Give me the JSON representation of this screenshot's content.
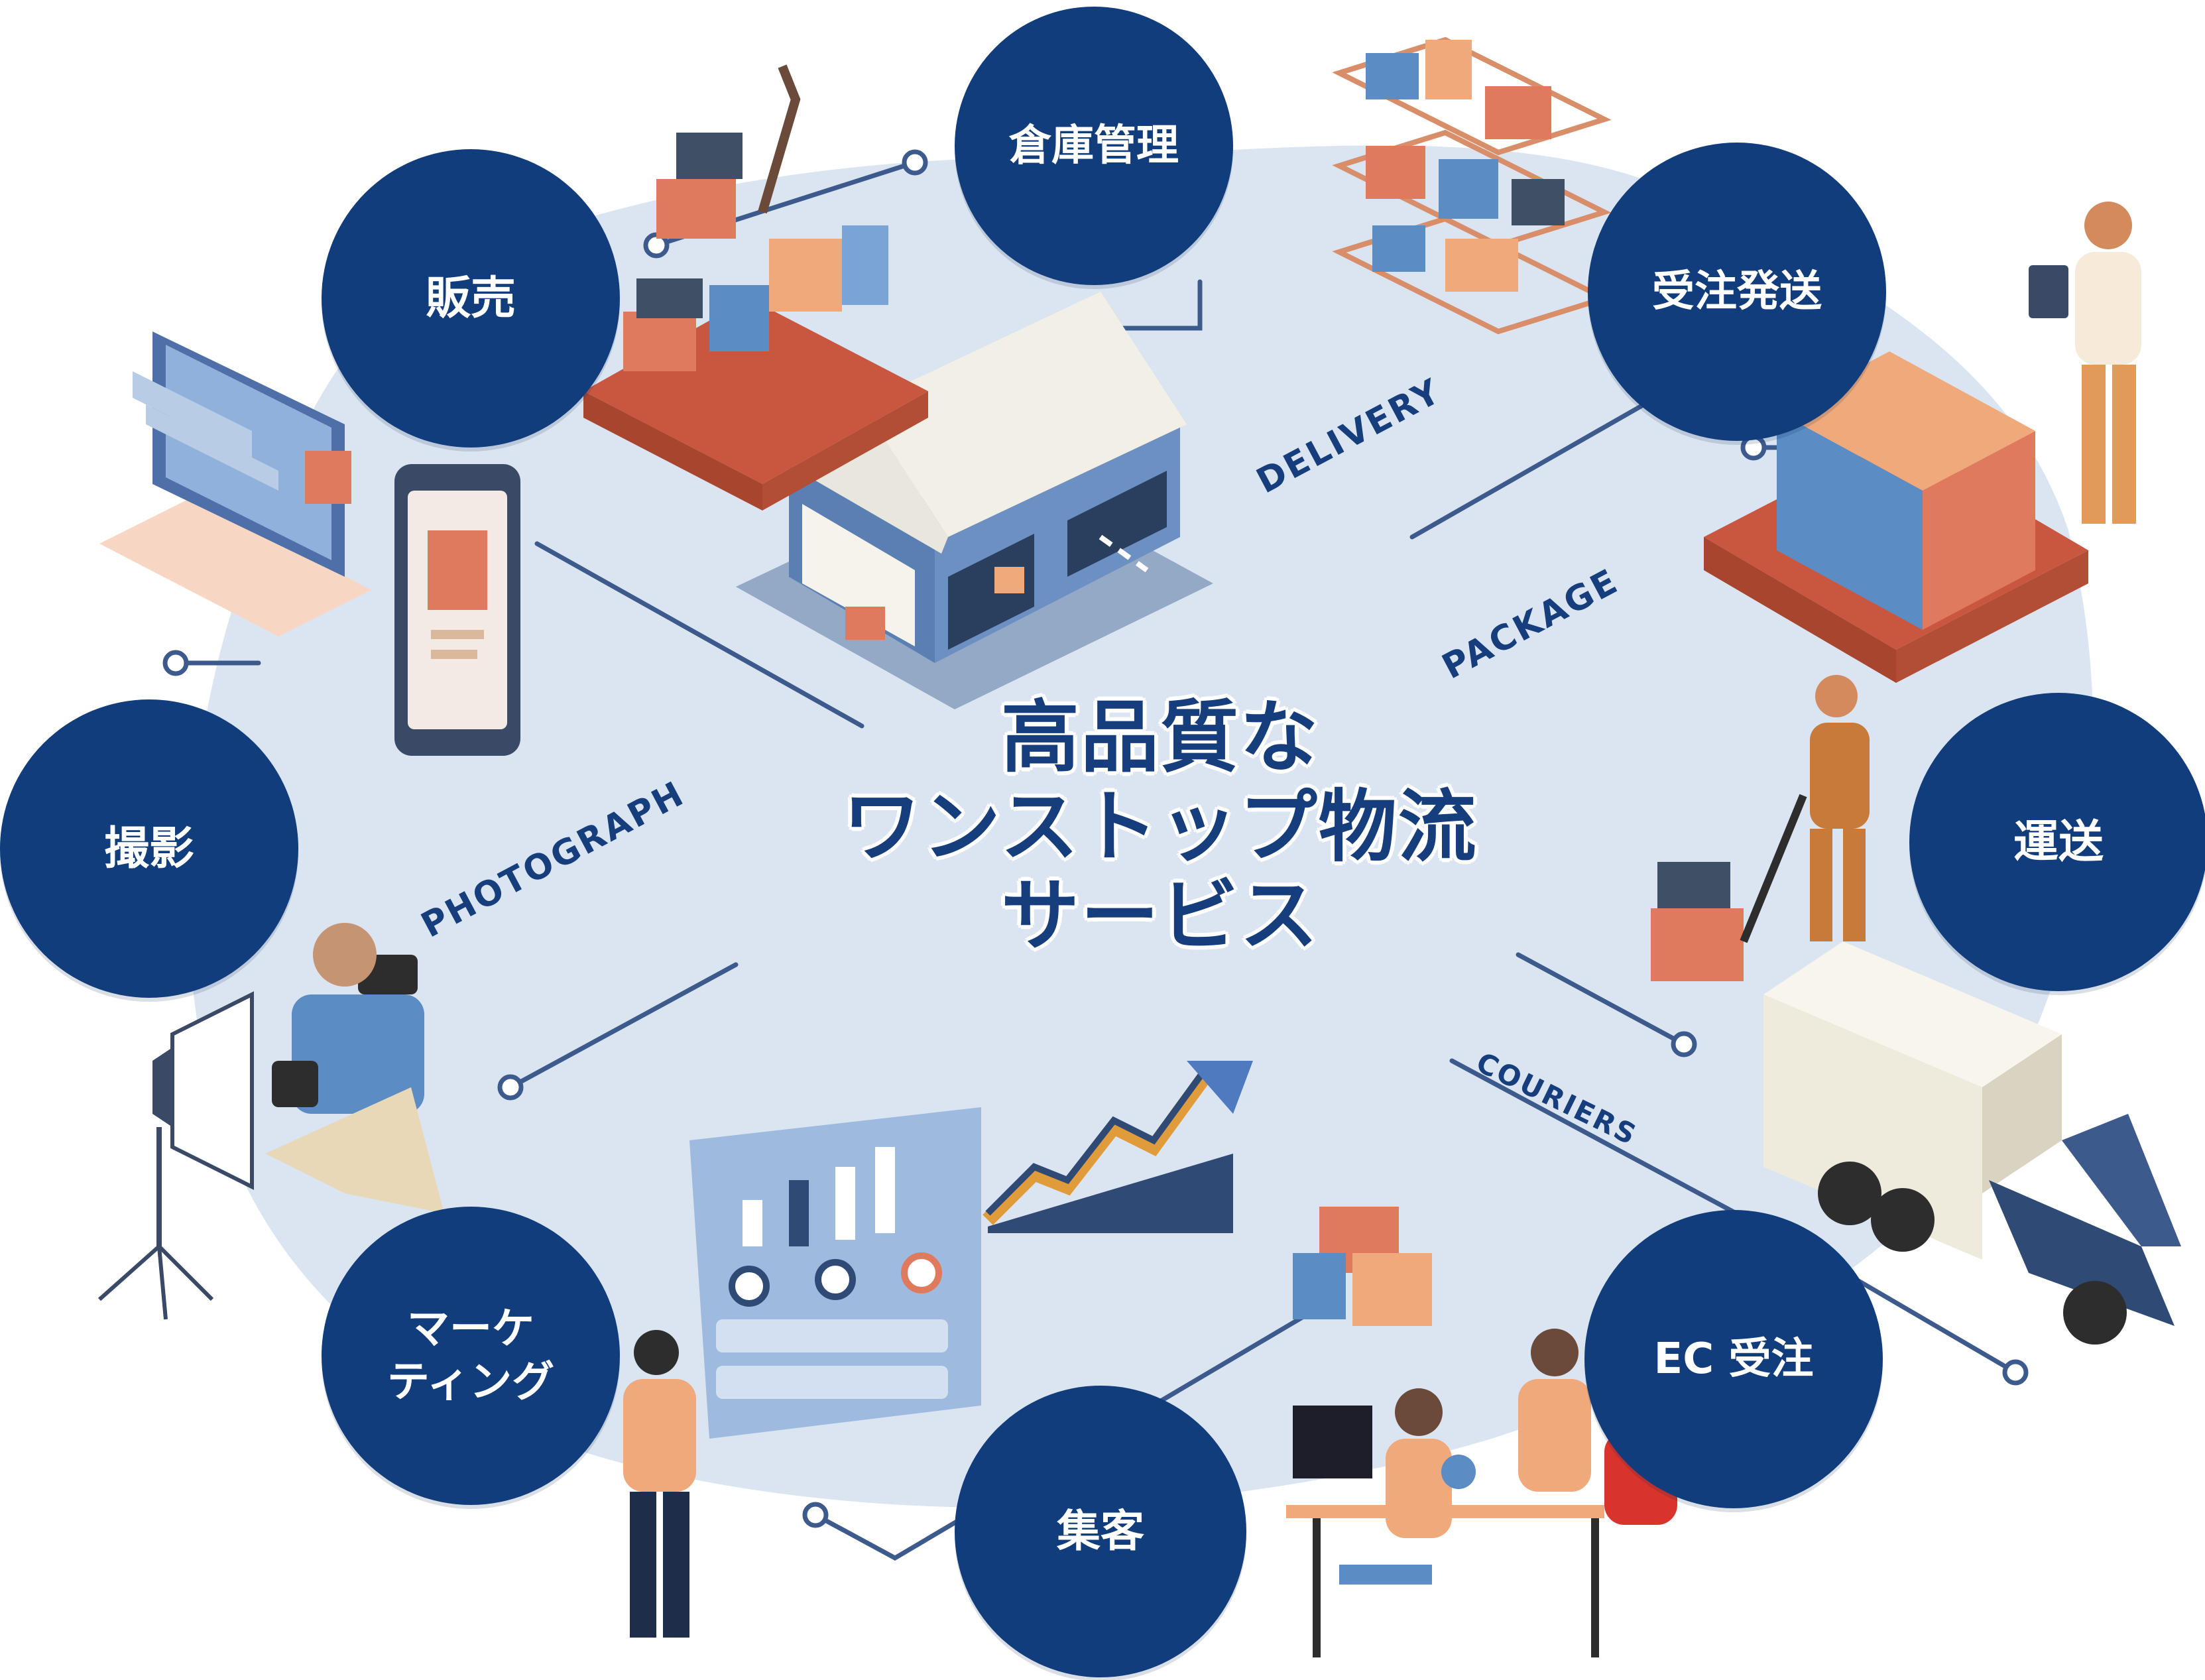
{
  "center_title": {
    "line1": "高品質な",
    "line2": "ワンストップ物流",
    "line3": "サービス"
  },
  "nodes": {
    "warehouse": "倉庫管理",
    "sales": "販売",
    "order_shipping": "受注発送",
    "photography": "撮影",
    "transport": "運送",
    "marketing": "マーケ\nティング",
    "ec_orders": "EC 受注",
    "customer_acquisition": "集客"
  },
  "path_labels": {
    "delivery": "DELIVERY",
    "package": "PACKAGE",
    "photograph": "PHOTOGRAPH",
    "couriers": "COURIERS"
  },
  "colors": {
    "node_fill": "#123d7c",
    "node_text": "#ffffff",
    "background_blob": "#dbe5f1",
    "line": "#3d5a8c",
    "title": "#173e7c",
    "box_orange": "#e07a5f",
    "box_tan": "#f0a97a",
    "box_blue": "#5b8cc4",
    "box_dark": "#3f4f66"
  },
  "icons": [
    "warehouse-icon",
    "pallet-jack-icon",
    "shelf-icon",
    "laptop-icon",
    "smartphone-icon",
    "camera-icon",
    "softbox-light-icon",
    "dashboard-icon",
    "trend-arrow-icon",
    "truck-icon",
    "worker-icon",
    "team-meeting-icon",
    "parcel-boxes-icon"
  ]
}
